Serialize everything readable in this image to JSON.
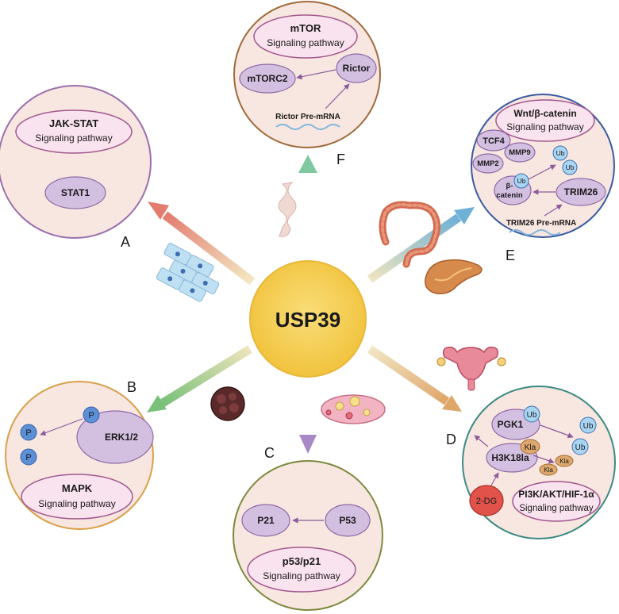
{
  "center": {
    "label": "USP39"
  },
  "panels": {
    "A": {
      "letter": "A",
      "pathway_name": "JAK-STAT",
      "pathway_suffix": "Signaling pathway",
      "nodes": [
        "STAT1"
      ]
    },
    "B": {
      "letter": "B",
      "pathway_name": "MAPK",
      "pathway_suffix": "Signaling pathway",
      "kinase": "ERK1/2",
      "phospho": "P"
    },
    "C": {
      "letter": "C",
      "pathway_name": "p53/p21",
      "pathway_suffix": "Signaling pathway",
      "upstream": "P53",
      "downstream": "P21"
    },
    "D": {
      "letter": "D",
      "pathway_name": "PI3K/AKT/HIF-1α",
      "pathway_suffix": "Signaling pathway",
      "enzyme": "PGK1",
      "histone_mark": "H3K18la",
      "inhibitor": "2-DG",
      "ubiquitin": "Ub",
      "lactyl": "Kla"
    },
    "E": {
      "letter": "E",
      "pathway_name": "Wnt/β-catenin",
      "pathway_suffix": "Signaling pathway",
      "factors": [
        "TCF4",
        "MMP9",
        "MMP2"
      ],
      "beta_catenin_line1": "β-",
      "beta_catenin_line2": "catenin",
      "target": "TRIM26",
      "premrna": "TRIM26 Pre-mRNA",
      "ubiquitin": "Ub"
    },
    "F": {
      "letter": "F",
      "pathway_name": "mTOR",
      "pathway_suffix": "Signaling pathway",
      "complex": "mTORC2",
      "target": "Rictor",
      "premrna": "Rictor Pre-mRNA"
    }
  },
  "colors": {
    "center_fill": "#f6cf4e",
    "center_text": "#c9832a",
    "circle_fill": "#f8e6e0",
    "ellipse_fill": "#f9e3ee",
    "ellipse_stroke": "#a1588f",
    "node_fill": "#d3bfe0",
    "node_stroke": "#8f6aa6",
    "border_A": "#9b6fae",
    "border_B": "#d9a04a",
    "border_C": "#7d8a3e",
    "border_D": "#3c8a83",
    "border_E": "#3a5aa0",
    "border_F": "#a06a3a",
    "arrow_A": "#e27c6f",
    "arrow_B": "#79c07a",
    "arrow_C": "#a888c6",
    "arrow_D": "#dfa66a",
    "arrow_E": "#6fb0d6",
    "arrow_F": "#7fc8a0",
    "phospho_fill": "#5b8fd6",
    "ub_fill": "#a9d4f2",
    "kla_fill": "#dda86d",
    "inhibitor_fill": "#e0524a"
  },
  "icons": [
    "muscle-cells-icon",
    "colon-icon",
    "pancreas-icon",
    "uterus-icon",
    "ovary-icon",
    "tumor-icon",
    "vessel-icon"
  ]
}
